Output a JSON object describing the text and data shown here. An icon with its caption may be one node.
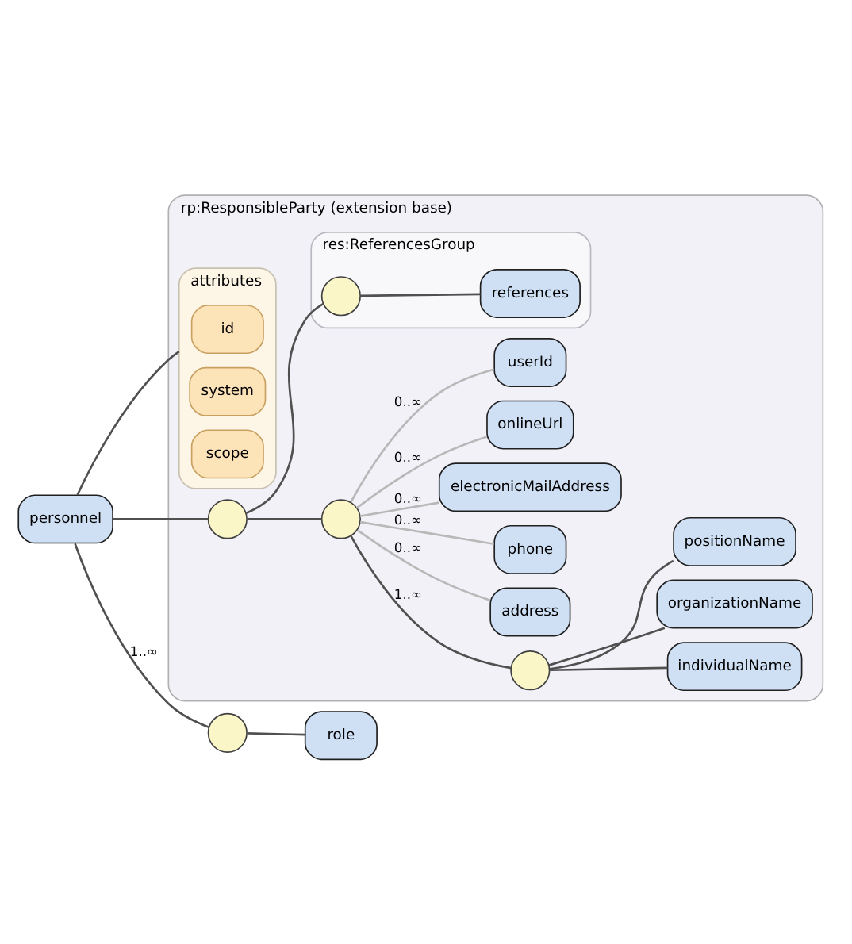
{
  "diagram": {
    "nodes": [
      {
        "text": [
          "personnel"
        ]
      },
      {
        "text": [
          "rp:ResponsibleParty (extension base)"
        ]
      },
      {
        "text": [
          "attributes"
        ],
        "in": 1
      },
      {
        "text": [
          "id"
        ],
        "in": 2
      },
      {
        "text": [
          "system"
        ],
        "in": 2
      },
      {
        "text": [
          "scope"
        ],
        "in": 2
      },
      {
        "text": [],
        "shape": "circle",
        "in": 1
      },
      {
        "text": [],
        "shape": "circle",
        "in": 1
      },
      {
        "text": [],
        "shape": "circle",
        "in": 1
      },
      {
        "text": [
          "individualName"
        ],
        "in": 1
      },
      {
        "text": [
          "organizationName"
        ],
        "in": 1
      },
      {
        "text": [
          "positionName"
        ],
        "in": 1
      },
      {
        "text": [
          "address"
        ],
        "in": 1
      },
      {
        "text": [
          "phone"
        ],
        "in": 1
      },
      {
        "text": [
          "electronicMailAddress"
        ],
        "in": 1
      },
      {
        "text": [
          "onlineUrl"
        ],
        "in": 1
      },
      {
        "text": [
          "userId"
        ],
        "in": 1
      },
      {
        "text": [
          "res:ReferencesGroup"
        ],
        "in": 1
      },
      {
        "text": [],
        "shape": "circle",
        "in": 17
      },
      {
        "text": [
          "references"
        ],
        "in": 17
      },
      {
        "text": [],
        "shape": "circle"
      },
      {
        "text": [
          "role"
        ]
      }
    ],
    "edges": [
      {
        "from": 0,
        "to": 2,
        "arrow": "none"
      },
      {
        "from": 0,
        "to": 6,
        "arrow": "none"
      },
      {
        "from": 0,
        "to": 20,
        "arrow": "none",
        "label": "1..∞"
      },
      {
        "from": 6,
        "to": 7,
        "arrow": "none"
      },
      {
        "from": 6,
        "to": 18,
        "arrow": "none"
      },
      {
        "from": 7,
        "to": 8,
        "arrow": "none",
        "label": "1..∞"
      },
      {
        "from": 7,
        "to": 12,
        "arrow": "none",
        "label": "0..∞",
        "color": "#b8b8b8"
      },
      {
        "from": 7,
        "to": 13,
        "arrow": "none",
        "label": "0..∞",
        "color": "#b8b8b8"
      },
      {
        "from": 7,
        "to": 14,
        "arrow": "none",
        "label": "0..∞",
        "color": "#b8b8b8"
      },
      {
        "from": 7,
        "to": 15,
        "arrow": "none",
        "label": "0..∞",
        "color": "#b8b8b8"
      },
      {
        "from": 7,
        "to": 16,
        "arrow": "none",
        "label": "0..∞",
        "color": "#b8b8b8"
      },
      {
        "from": 8,
        "to": 9,
        "arrow": "none"
      },
      {
        "from": 8,
        "to": 10,
        "arrow": "none"
      },
      {
        "from": 8,
        "to": 11,
        "arrow": "none"
      },
      {
        "from": 18,
        "to": 19,
        "arrow": "none"
      },
      {
        "from": 20,
        "to": 21,
        "arrow": "none"
      }
    ]
  }
}
